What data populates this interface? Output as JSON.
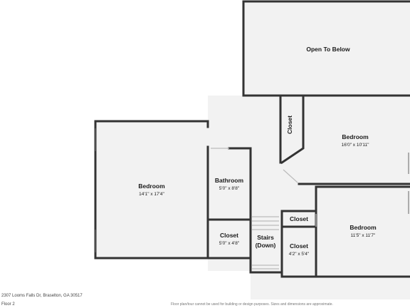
{
  "rooms": {
    "open_to_below": {
      "name": "Open To Below"
    },
    "bedroom_main": {
      "name": "Bedroom",
      "dims": "14'1\" x 17'4\""
    },
    "bathroom": {
      "name": "Bathroom",
      "dims": "5'0\" x 8'8\""
    },
    "closet_left": {
      "name": "Closet",
      "dims": "5'0\" x 4'8\""
    },
    "stairs": {
      "line1": "Stairs",
      "line2": "(Down)"
    },
    "closet_vertical": {
      "name": "Closet"
    },
    "bedroom_upper_right": {
      "name": "Bedroom",
      "dims": "16'0\" x 10'11\""
    },
    "closet_small_top": {
      "name": "Closet"
    },
    "closet_small_bottom": {
      "name": "Closet",
      "dims": "4'2\" x 5'4\""
    },
    "bedroom_lower_right": {
      "name": "Bedroom",
      "dims": "11'5\" x 11'7\""
    }
  },
  "footer": {
    "address": "2307 Looms Falls Dr, Braselton, GA 30517",
    "floor": "Floor 2",
    "disclaimer": "Floor plan/tour cannot be used for building or design purposes. Sizes and dimensions are approximate."
  },
  "colors": {
    "wall": "#333333",
    "room_fill": "#f2f2f2",
    "background": "#ffffff"
  }
}
